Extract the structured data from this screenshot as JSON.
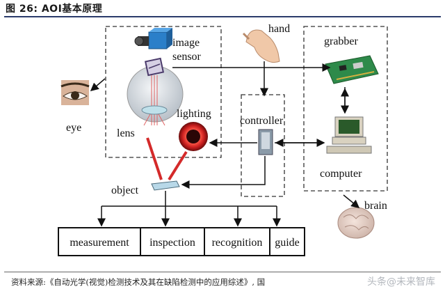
{
  "figure": {
    "title": "图 26: AOI基本原理",
    "source": "资料来源:《自动光学(视觉)检测技术及其在缺陷检测中的应用综述》, 国",
    "watermark": "头条@未来智库"
  },
  "labels": {
    "image_sensor_line1": "image",
    "image_sensor_line2": "sensor",
    "hand": "hand",
    "grabber": "grabber",
    "eye": "eye",
    "lens": "lens",
    "lighting": "lighting",
    "controller": "controller",
    "computer": "computer",
    "object": "object",
    "brain": "brain"
  },
  "outputs": [
    "measurement",
    "inspection",
    "recognition",
    "guide"
  ],
  "colors": {
    "accent_red": "#d42a2a",
    "frame_dashed": "#333333",
    "title_rule": "#2a3a6a"
  }
}
